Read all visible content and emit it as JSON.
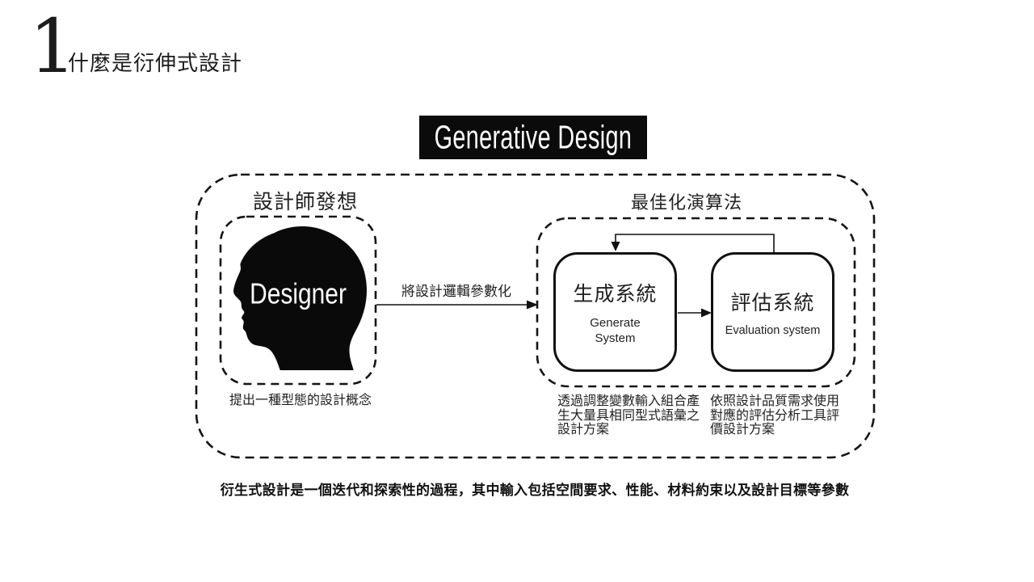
{
  "header": {
    "number": "1",
    "title": "什麼是衍伸式設計"
  },
  "banner": {
    "title": "Generative Design"
  },
  "diagram": {
    "designer": {
      "section_label": "設計師發想",
      "head_icon": "head-profile-silhouette",
      "head_label": "Designer",
      "caption": "提出一種型態的設計概念"
    },
    "arrow_label": "將設計邏輯參數化",
    "optimizer": {
      "section_label": "最佳化演算法",
      "generate": {
        "title": "生成系統",
        "subtitle_line1": "Generate",
        "subtitle_line2": "System",
        "caption": "透過調整變數輸入組合產生大量具相同型式語彙之設計方案"
      },
      "evaluation": {
        "title": "評估系統",
        "subtitle": "Evaluation system",
        "caption": "依照設計品質需求使用對應的評估分析工具評價設計方案"
      }
    }
  },
  "footer": {
    "note": "衍生式設計是一個迭代和探索性的過程，其中輸入包括空間要求、性能、材料約束以及設計目標等參數"
  },
  "colors": {
    "background": "#ffffff",
    "ink": "#111111",
    "banner_background": "#0b0b0b",
    "banner_text": "#ffffff",
    "head_fill": "#0a0a0a"
  }
}
